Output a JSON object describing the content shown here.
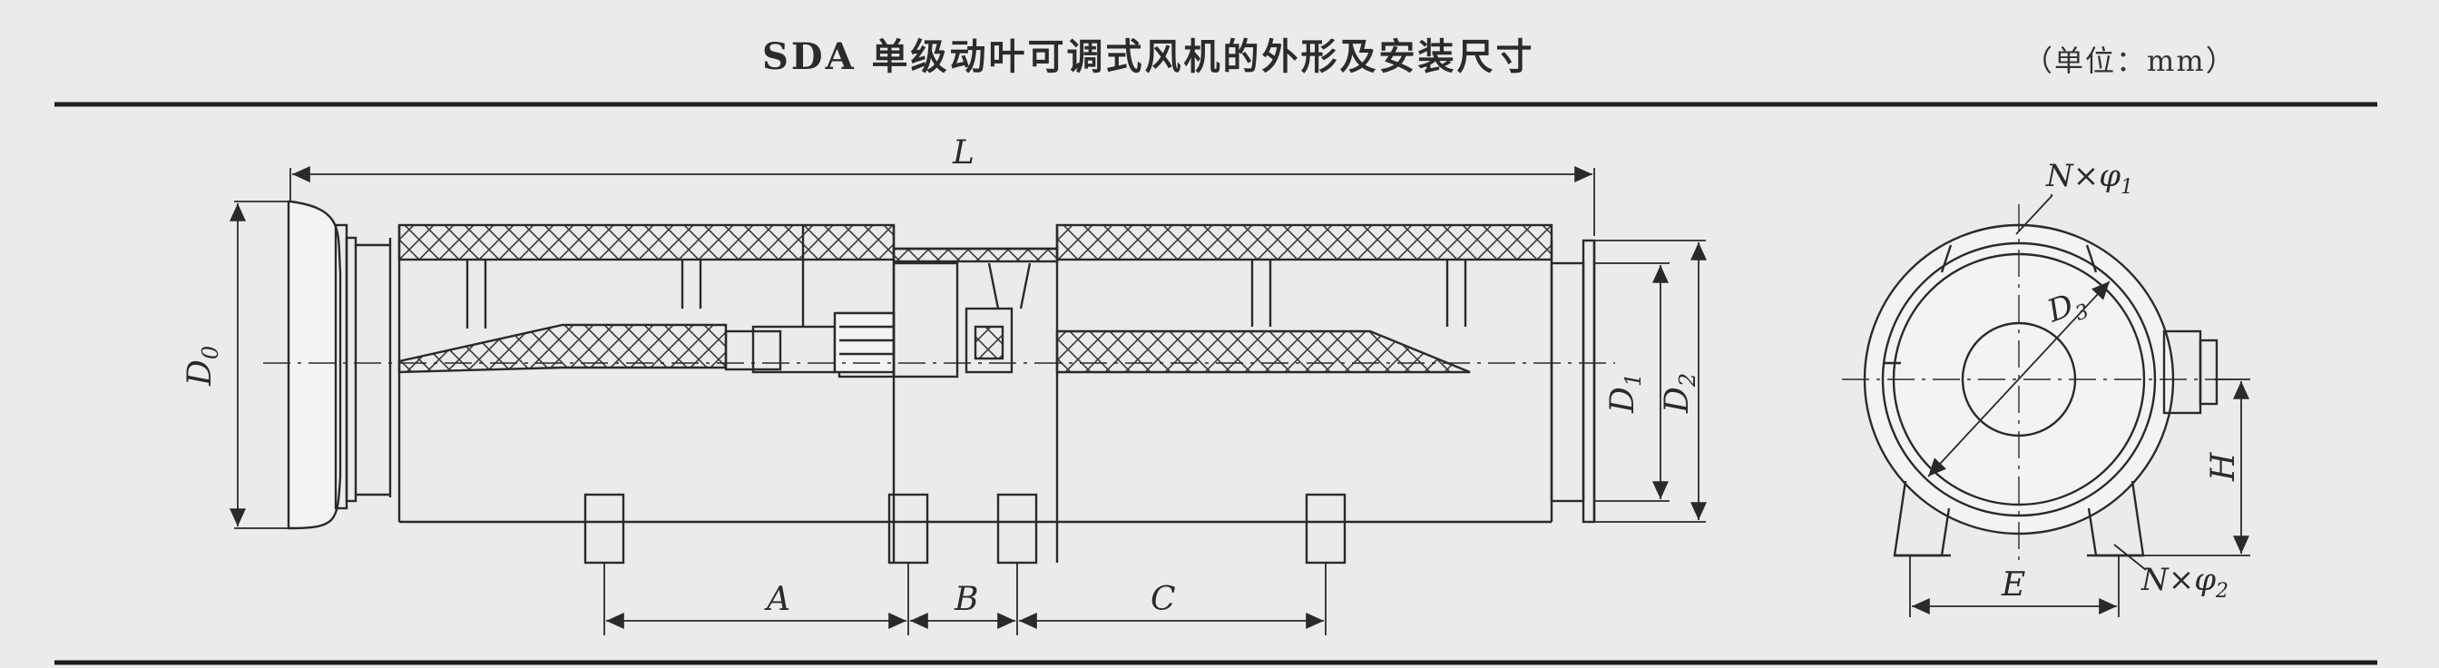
{
  "title": "SDA 单级动叶可调式风机的外形及安装尺寸",
  "unit": "（单位：mm）",
  "labels": {
    "L": "L",
    "D0": "D",
    "D0_sub": "0",
    "D1": "D",
    "D1_sub": "1",
    "D2": "D",
    "D2_sub": "2",
    "D3": "D",
    "D3_sub": "3",
    "A": "A",
    "B": "B",
    "C": "C",
    "E": "E",
    "H": "H",
    "N_phi1": "N×φ",
    "N_phi1_sub": "1",
    "N_phi2": "N×φ",
    "N_phi2_sub": "2"
  }
}
